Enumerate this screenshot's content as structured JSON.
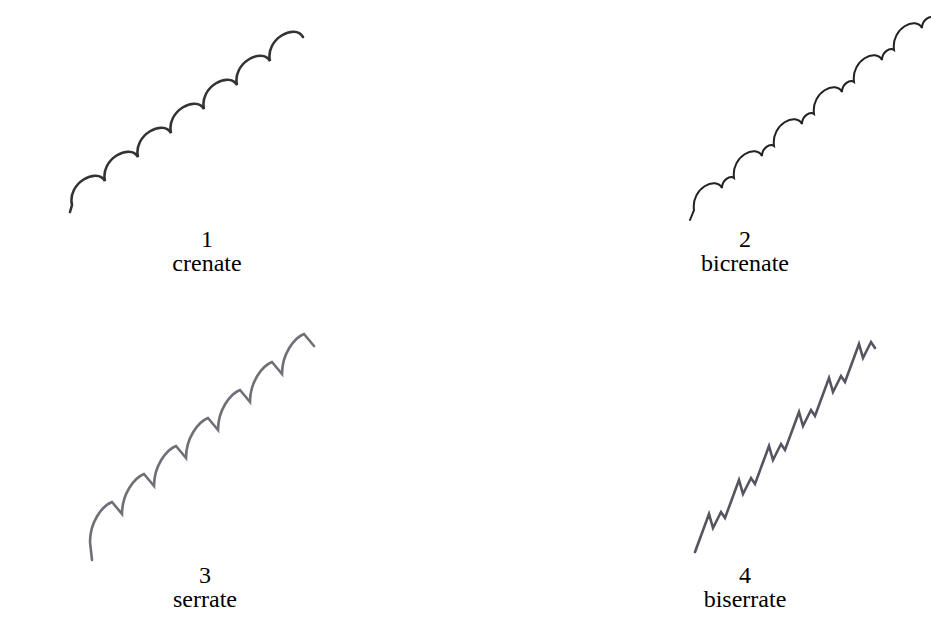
{
  "diagram": {
    "labels": [
      "1",
      "crenate",
      "2",
      "bicrenate",
      "3",
      "serrate",
      "4",
      "biserrate"
    ]
  }
}
